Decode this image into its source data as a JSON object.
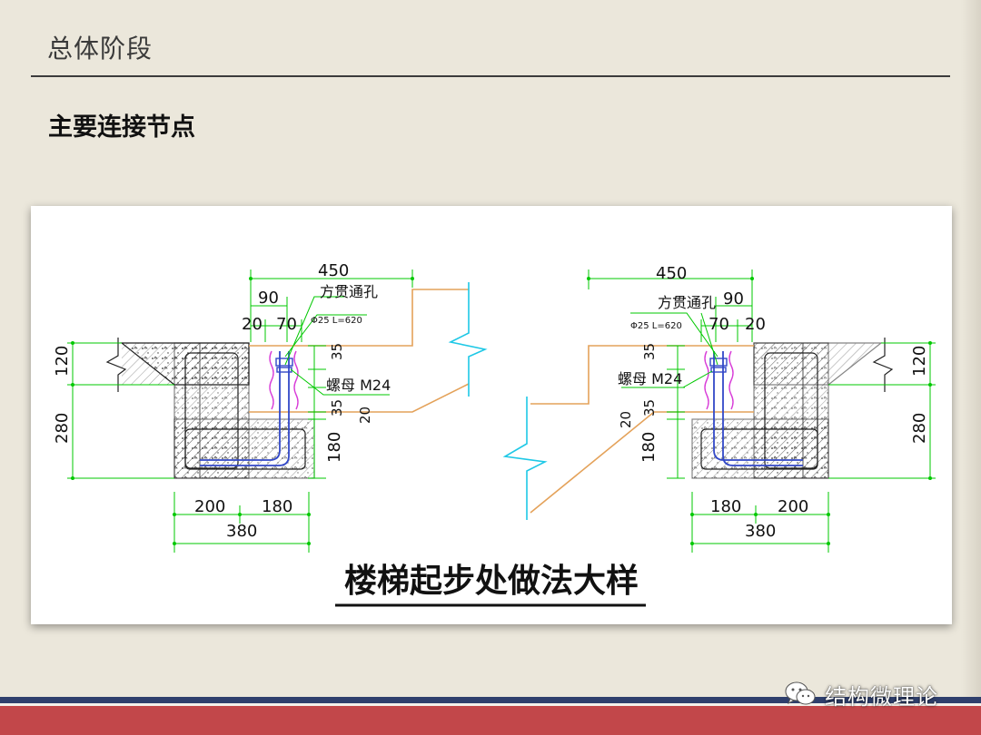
{
  "slide": {
    "title": "总体阶段",
    "section_heading": "主要连接节点"
  },
  "drawing": {
    "caption": "楼梯起步处做法大样",
    "left_detail": {
      "dims": [
        "450",
        "90",
        "20",
        "70",
        "35",
        "35",
        "20",
        "120",
        "280",
        "180",
        "200",
        "180",
        "380"
      ],
      "label_hole": "方贯通孔",
      "label_bolt": "Φ25 L=620",
      "label_nut": "螺母 M24"
    },
    "right_detail": {
      "dims": [
        "450",
        "90",
        "20",
        "70",
        "35",
        "35",
        "20",
        "120",
        "280",
        "180",
        "180",
        "200",
        "380"
      ],
      "label_hole": "方贯通孔",
      "label_bolt": "Φ25 L=620",
      "label_nut": "螺母 M24"
    }
  },
  "watermark": {
    "text": "结构微理论",
    "icon": "wechat-icon"
  },
  "colors": {
    "background": "#ebe7db",
    "footer_red": "#c2474a",
    "footer_navy": "#2f3f6c",
    "dimension_green": "#00c800",
    "stair_orange": "#e4a25a",
    "bolt_blue": "#3248c8",
    "break_cyan": "#1ec8e6",
    "sleeve_magenta": "#d83cd8"
  }
}
